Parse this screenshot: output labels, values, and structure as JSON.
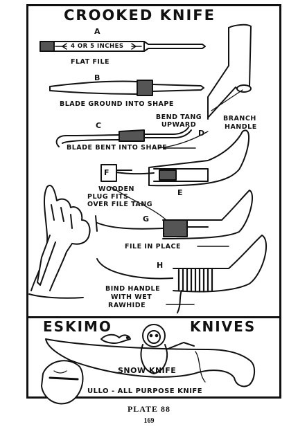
{
  "title": "CROOKED KNIFE",
  "steps": {
    "a": {
      "letter": "A",
      "label": "FLAT FILE",
      "measure": "4 OR 5 INCHES"
    },
    "b": {
      "letter": "B",
      "label": "BLADE GROUND INTO SHAPE"
    },
    "c": {
      "letter": "C",
      "label": "BLADE BENT INTO SHAPE"
    },
    "d": {
      "letter": "D",
      "label": "BEND TANG UPWARD"
    },
    "e": {
      "letter": "E"
    },
    "f": {
      "letter": "F",
      "label_line1": "WOODEN",
      "label_line2": "PLUG FITS",
      "label_line3": "OVER FILE TANG"
    },
    "g": {
      "letter": "G",
      "label": "FILE IN PLACE"
    },
    "h": {
      "letter": "H",
      "label_line1": "BIND HANDLE",
      "label_line2": "WITH WET",
      "label_line3": "RAWHIDE"
    }
  },
  "branch_handle": {
    "line1": "BRANCH",
    "line2": "HANDLE"
  },
  "eskimo": {
    "title_left": "ESKIMO",
    "title_right": "KNIVES",
    "snow_knife": "SNOW KNIFE",
    "ullo": "ULLO - ALL PURPOSE KNIFE"
  },
  "footer": {
    "plate": "PLATE 88",
    "page": "169"
  }
}
